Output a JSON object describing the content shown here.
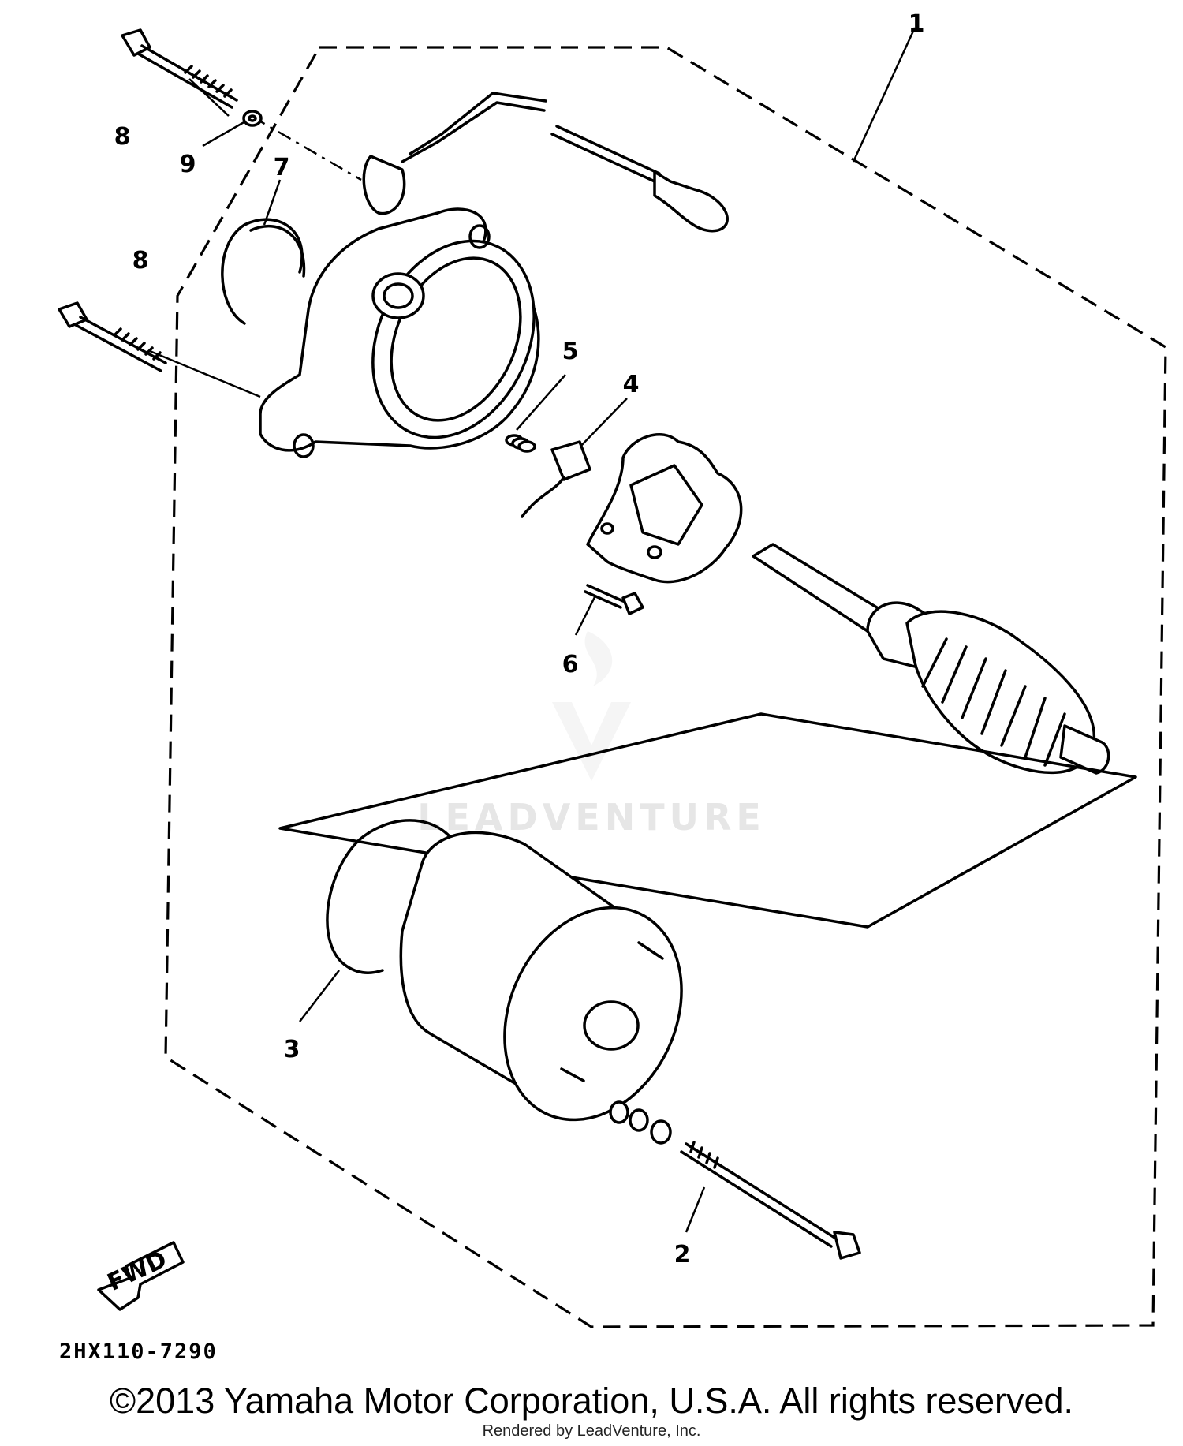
{
  "diagram": {
    "callouts": [
      "1",
      "2",
      "3",
      "4",
      "5",
      "6",
      "7",
      "8",
      "8",
      "9"
    ],
    "direction_marker": "FWD",
    "drawing_code": "2HX110-7290",
    "watermark": "LEADVENTURE"
  },
  "footer": {
    "copyright": "©2013 Yamaha Motor Corporation, U.S.A. All rights reserved.",
    "rendered_by": "Rendered by LeadVenture, Inc."
  }
}
